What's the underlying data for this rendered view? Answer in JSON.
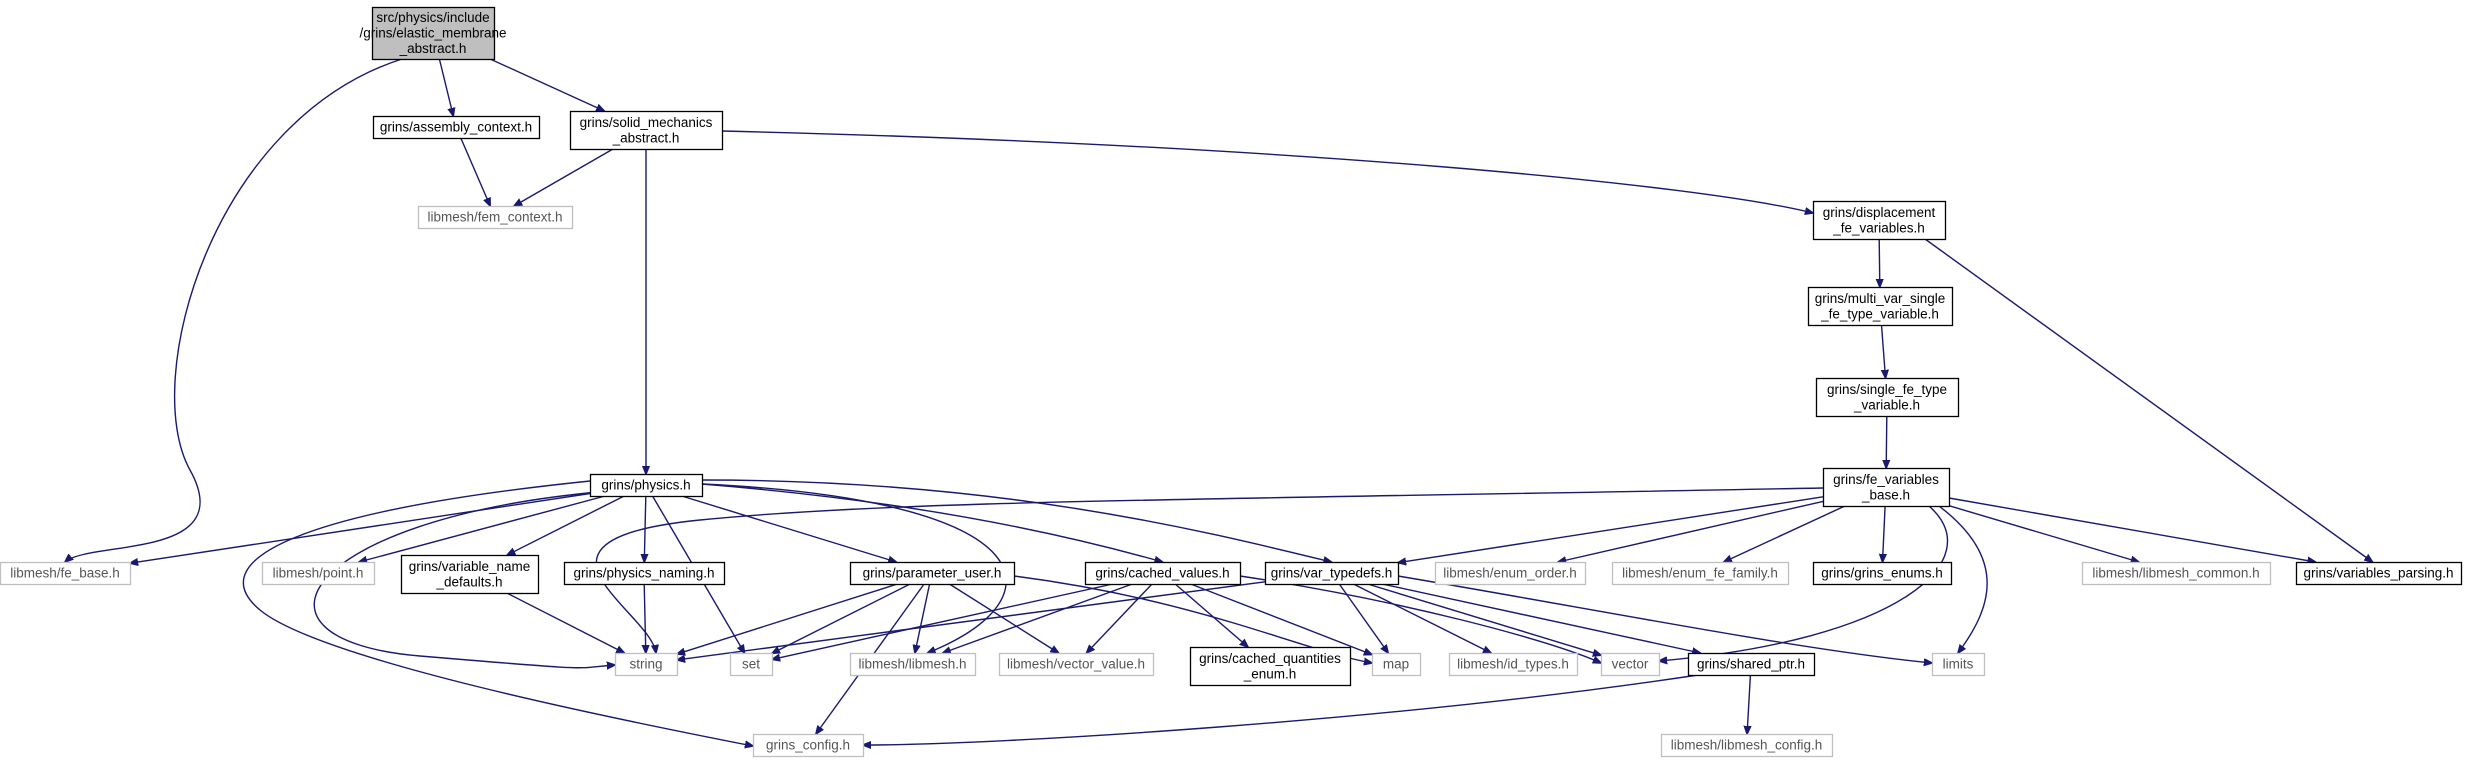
{
  "nodes": [
    {
      "id": "root",
      "style": "root",
      "lines": [
        "src/physics/include",
        "/grins/elastic_membrane",
        "_abstract.h"
      ]
    },
    {
      "id": "assembly_context",
      "style": "doc",
      "lines": [
        "grins/assembly_context.h"
      ]
    },
    {
      "id": "solid_mechanics_abstract",
      "style": "doc",
      "lines": [
        "grins/solid_mechanics",
        "_abstract.h"
      ]
    },
    {
      "id": "fem_context",
      "style": "ext",
      "lines": [
        "libmesh/fem_context.h"
      ]
    },
    {
      "id": "displacement_fe_variables",
      "style": "doc",
      "lines": [
        "grins/displacement",
        "_fe_variables.h"
      ]
    },
    {
      "id": "multi_var_single",
      "style": "doc",
      "lines": [
        "grins/multi_var_single",
        "_fe_type_variable.h"
      ]
    },
    {
      "id": "single_fe_type",
      "style": "doc",
      "lines": [
        "grins/single_fe_type",
        "_variable.h"
      ]
    },
    {
      "id": "fe_variables_base",
      "style": "doc",
      "lines": [
        "grins/fe_variables",
        "_base.h"
      ]
    },
    {
      "id": "physics",
      "style": "doc",
      "lines": [
        "grins/physics.h"
      ]
    },
    {
      "id": "fe_base",
      "style": "ext",
      "lines": [
        "libmesh/fe_base.h"
      ]
    },
    {
      "id": "point",
      "style": "ext",
      "lines": [
        "libmesh/point.h"
      ]
    },
    {
      "id": "variable_name_defaults",
      "style": "doc",
      "lines": [
        "grins/variable_name",
        "_defaults.h"
      ]
    },
    {
      "id": "physics_naming",
      "style": "doc",
      "lines": [
        "grins/physics_naming.h"
      ]
    },
    {
      "id": "parameter_user",
      "style": "doc",
      "lines": [
        "grins/parameter_user.h"
      ]
    },
    {
      "id": "cached_values",
      "style": "doc",
      "lines": [
        "grins/cached_values.h"
      ]
    },
    {
      "id": "var_typedefs",
      "style": "doc",
      "lines": [
        "grins/var_typedefs.h"
      ]
    },
    {
      "id": "enum_order",
      "style": "ext",
      "lines": [
        "libmesh/enum_order.h"
      ]
    },
    {
      "id": "enum_fe_family",
      "style": "ext",
      "lines": [
        "libmesh/enum_fe_family.h"
      ]
    },
    {
      "id": "grins_enums",
      "style": "doc",
      "lines": [
        "grins/grins_enums.h"
      ]
    },
    {
      "id": "libmesh_common",
      "style": "ext",
      "lines": [
        "libmesh/libmesh_common.h"
      ]
    },
    {
      "id": "variables_parsing",
      "style": "doc",
      "lines": [
        "grins/variables_parsing.h"
      ]
    },
    {
      "id": "string",
      "style": "ext",
      "lines": [
        "string"
      ]
    },
    {
      "id": "set",
      "style": "ext",
      "lines": [
        "set"
      ]
    },
    {
      "id": "libmesh_h",
      "style": "ext",
      "lines": [
        "libmesh/libmesh.h"
      ]
    },
    {
      "id": "vector_value",
      "style": "ext",
      "lines": [
        "libmesh/vector_value.h"
      ]
    },
    {
      "id": "cached_quantities_enum",
      "style": "doc",
      "lines": [
        "grins/cached_quantities",
        "_enum.h"
      ]
    },
    {
      "id": "map",
      "style": "ext",
      "lines": [
        "map"
      ]
    },
    {
      "id": "id_types",
      "style": "ext",
      "lines": [
        "libmesh/id_types.h"
      ]
    },
    {
      "id": "vector",
      "style": "ext",
      "lines": [
        "vector"
      ]
    },
    {
      "id": "shared_ptr",
      "style": "doc",
      "lines": [
        "grins/shared_ptr.h"
      ]
    },
    {
      "id": "limits",
      "style": "ext",
      "lines": [
        "limits"
      ]
    },
    {
      "id": "grins_config",
      "style": "ext",
      "lines": [
        "grins_config.h"
      ]
    },
    {
      "id": "libmesh_config",
      "style": "ext",
      "lines": [
        "libmesh/libmesh_config.h"
      ]
    }
  ],
  "edges": [
    [
      "root",
      "assembly_context"
    ],
    [
      "root",
      "solid_mechanics_abstract"
    ],
    [
      "root",
      "fe_base"
    ],
    [
      "assembly_context",
      "fem_context"
    ],
    [
      "solid_mechanics_abstract",
      "fem_context"
    ],
    [
      "solid_mechanics_abstract",
      "physics"
    ],
    [
      "solid_mechanics_abstract",
      "displacement_fe_variables"
    ],
    [
      "displacement_fe_variables",
      "multi_var_single"
    ],
    [
      "displacement_fe_variables",
      "variables_parsing"
    ],
    [
      "multi_var_single",
      "single_fe_type"
    ],
    [
      "single_fe_type",
      "fe_variables_base"
    ],
    [
      "fe_variables_base",
      "string"
    ],
    [
      "fe_variables_base",
      "var_typedefs"
    ],
    [
      "fe_variables_base",
      "enum_order"
    ],
    [
      "fe_variables_base",
      "enum_fe_family"
    ],
    [
      "fe_variables_base",
      "grins_enums"
    ],
    [
      "fe_variables_base",
      "libmesh_common"
    ],
    [
      "fe_variables_base",
      "variables_parsing"
    ],
    [
      "fe_variables_base",
      "vector"
    ],
    [
      "fe_variables_base",
      "limits"
    ],
    [
      "physics",
      "fe_base"
    ],
    [
      "physics",
      "point"
    ],
    [
      "physics",
      "variable_name_defaults"
    ],
    [
      "physics",
      "physics_naming"
    ],
    [
      "physics",
      "parameter_user"
    ],
    [
      "physics",
      "cached_values"
    ],
    [
      "physics",
      "var_typedefs"
    ],
    [
      "physics",
      "string"
    ],
    [
      "physics",
      "set"
    ],
    [
      "physics",
      "libmesh_h"
    ],
    [
      "physics",
      "grins_config"
    ],
    [
      "variable_name_defaults",
      "string"
    ],
    [
      "physics_naming",
      "string"
    ],
    [
      "parameter_user",
      "string"
    ],
    [
      "parameter_user",
      "set"
    ],
    [
      "parameter_user",
      "libmesh_h"
    ],
    [
      "parameter_user",
      "vector_value"
    ],
    [
      "parameter_user",
      "map"
    ],
    [
      "parameter_user",
      "grins_config"
    ],
    [
      "cached_values",
      "set"
    ],
    [
      "cached_values",
      "libmesh_h"
    ],
    [
      "cached_values",
      "vector_value"
    ],
    [
      "cached_values",
      "cached_quantities_enum"
    ],
    [
      "cached_values",
      "map"
    ],
    [
      "cached_values",
      "vector"
    ],
    [
      "var_typedefs",
      "string"
    ],
    [
      "var_typedefs",
      "map"
    ],
    [
      "var_typedefs",
      "id_types"
    ],
    [
      "var_typedefs",
      "vector"
    ],
    [
      "var_typedefs",
      "shared_ptr"
    ],
    [
      "var_typedefs",
      "limits"
    ],
    [
      "shared_ptr",
      "grins_config"
    ],
    [
      "shared_ptr",
      "libmesh_config"
    ]
  ]
}
